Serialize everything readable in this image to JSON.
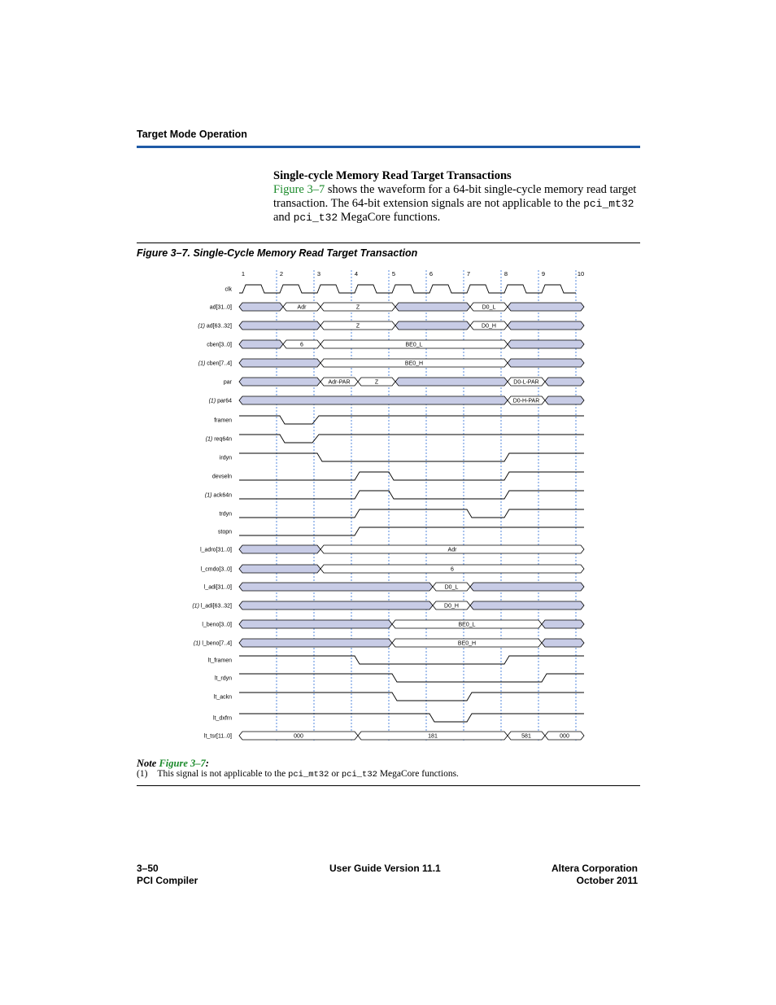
{
  "header": {
    "section": "Target Mode Operation"
  },
  "section": {
    "title": "Single-cycle Memory Read Target Transactions",
    "link_text": "Figure 3–7",
    "text1": " shows the waveform for a 64-bit single-cycle memory read target transaction. The 64-bit extension signals are not applicable to the ",
    "code1": "pci_mt32",
    "text2": " and ",
    "code2": "pci_t32",
    "text3": " MegaCore functions."
  },
  "figure": {
    "caption": "Figure 3–7. Single-Cycle Memory Read Target Transaction",
    "clock_numbers": [
      "1",
      "2",
      "3",
      "4",
      "5",
      "6",
      "7",
      "8",
      "9",
      "10"
    ],
    "note_marker": "(1)",
    "signals": [
      {
        "label": "clk",
        "noted": false
      },
      {
        "label": "ad[31..0]",
        "noted": false,
        "values": [
          "Adr",
          "Z",
          "D0_L"
        ]
      },
      {
        "label": "ad[63..32]",
        "noted": true,
        "values": [
          "Z",
          "D0_H"
        ]
      },
      {
        "label": "cben[3..0]",
        "noted": false,
        "values": [
          "6",
          "BE0_L"
        ]
      },
      {
        "label": "cben[7..4]",
        "noted": true,
        "values": [
          "BE0_H"
        ]
      },
      {
        "label": "par",
        "noted": false,
        "values": [
          "Adr-PAR",
          "Z",
          "D0-L-PAR"
        ]
      },
      {
        "label": "par64",
        "noted": true,
        "values": [
          "D0-H-PAR"
        ]
      },
      {
        "label": "framen",
        "noted": false
      },
      {
        "label": "req64n",
        "noted": true
      },
      {
        "label": "irdyn",
        "noted": false
      },
      {
        "label": "devseln",
        "noted": false
      },
      {
        "label": "ack64n",
        "noted": true
      },
      {
        "label": "trdyn",
        "noted": false
      },
      {
        "label": "stopn",
        "noted": false
      },
      {
        "label": "l_adro[31..0]",
        "noted": false,
        "values": [
          "Adr"
        ]
      },
      {
        "label": "l_cmdo[3..0]",
        "noted": false,
        "values": [
          "6"
        ]
      },
      {
        "label": "l_adi[31..0]",
        "noted": false,
        "values": [
          "D0_L"
        ]
      },
      {
        "label": "l_adi[63..32]",
        "noted": true,
        "values": [
          "D0_H"
        ]
      },
      {
        "label": "l_beno[3..0]",
        "noted": false,
        "values": [
          "BE0_L"
        ]
      },
      {
        "label": "l_beno[7..4]",
        "noted": true,
        "values": [
          "BE0_H"
        ]
      },
      {
        "label": "lt_framen",
        "noted": false
      },
      {
        "label": "lt_rdyn",
        "noted": false
      },
      {
        "label": "lt_ackn",
        "noted": false
      },
      {
        "label": "lt_dxfrn",
        "noted": false
      },
      {
        "label": "lt_tsr[11..0]",
        "noted": false,
        "values": [
          "000",
          "181",
          "581",
          "000"
        ]
      }
    ]
  },
  "note": {
    "title": "Note ",
    "link_text": "Figure 3–7",
    "colon": ":",
    "num": "(1)",
    "text1": "This signal is not applicable to the ",
    "code1": "pci_mt32",
    "text2": " or ",
    "code2": "pci_t32",
    "text3": " MegaCore functions."
  },
  "footer": {
    "page_num": "3–50",
    "product": "PCI Compiler",
    "version": "User Guide Version 11.1",
    "company": "Altera Corporation",
    "date": "October 2011"
  },
  "colors": {
    "accent": "#1f5aa6",
    "link": "#1a8a2a",
    "bus_fill": "#c8cce6",
    "dashed_line": "#2b6cd6"
  }
}
